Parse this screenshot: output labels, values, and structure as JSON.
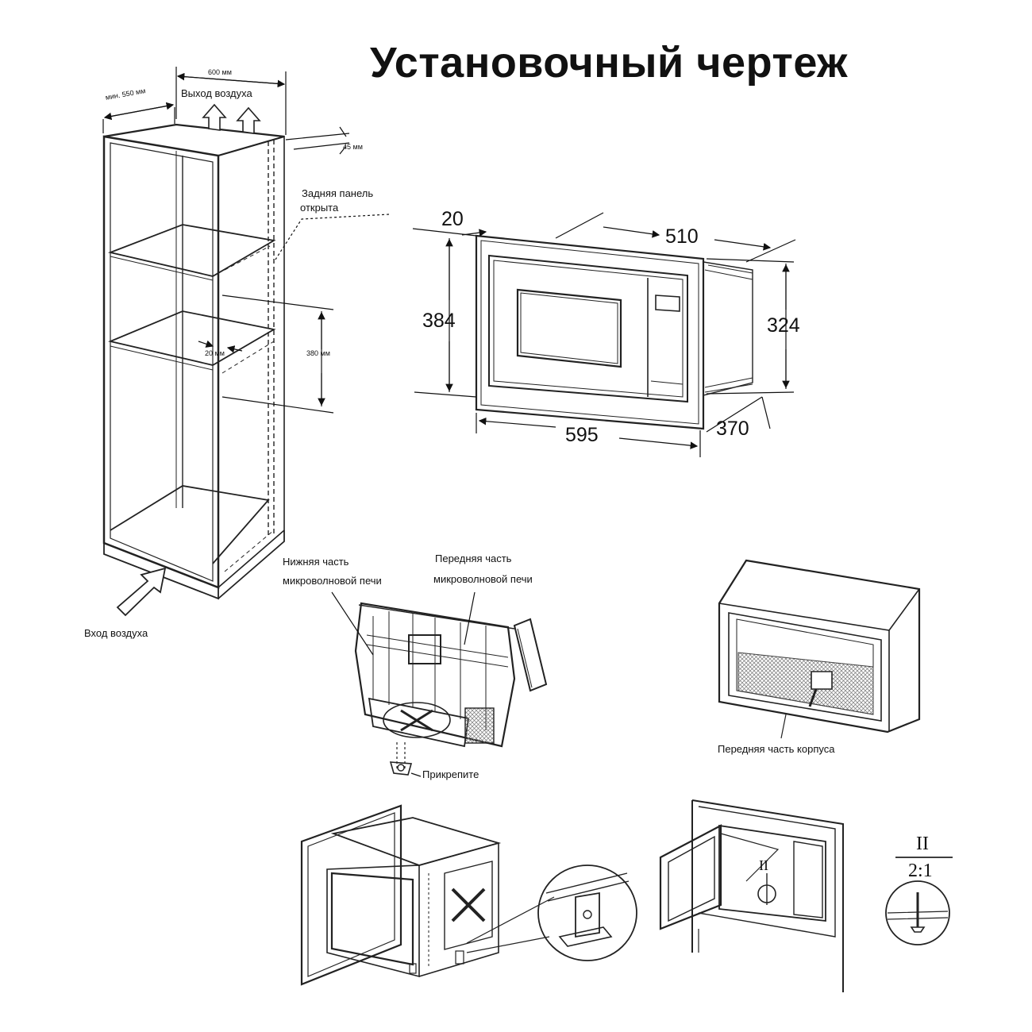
{
  "title": "Установочный чертеж",
  "cabinet": {
    "depth_label": "мин. 550 мм",
    "width_label": "600 мм",
    "air_out": "Выход воздуха",
    "gap_label": "45 мм",
    "back_panel_line1": "Задняя панель",
    "back_panel_line2": "открыта",
    "shelf_gap": "20 мм",
    "opening_height": "380 мм",
    "air_in": "Вход воздуха"
  },
  "dimensions": {
    "d20": "20",
    "d510": "510",
    "d384": "384",
    "d324": "324",
    "d595": "595",
    "d370": "370"
  },
  "assembly": {
    "bottom_part_line1": "Нижняя часть",
    "bottom_part_line2": "микроволновой печи",
    "front_part_line1": "Передняя часть",
    "front_part_line2": "микроволновой печи",
    "attach": "Прикрепите",
    "housing_front": "Передняя часть корпуса",
    "detail_top": "II",
    "detail_bottom": "2:1",
    "door_marker": "II"
  }
}
